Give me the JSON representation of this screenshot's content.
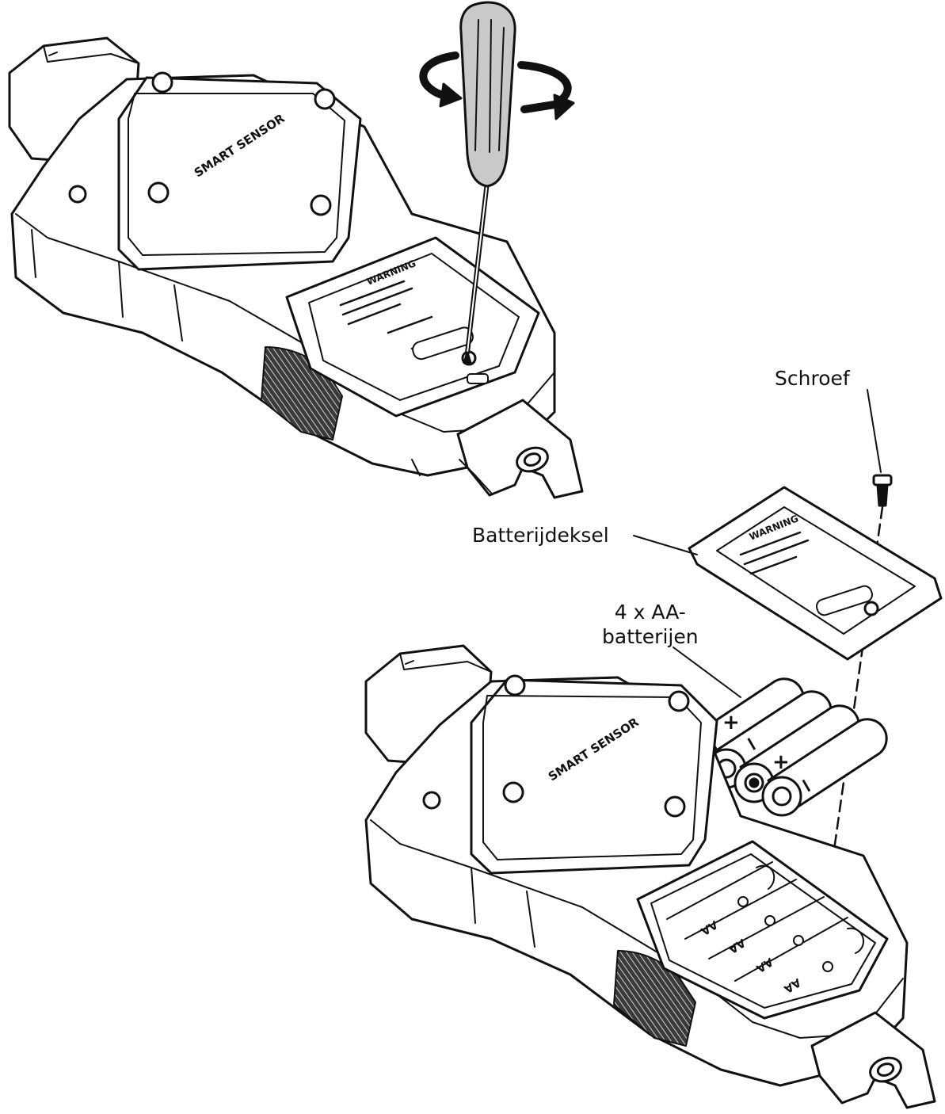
{
  "labels": {
    "screw": "Schroef",
    "battery_cover": "Batterijdeksel",
    "batteries_line1": "4 x AA-",
    "batteries_line2": "batterijen"
  },
  "device": {
    "brand_text": "SMART SENSOR",
    "warning_text": "WARNING",
    "polarity_plus": "+",
    "polarity_minus": "−",
    "slot_marking": "AA"
  },
  "colors": {
    "line": "#111111",
    "fill": "#ffffff",
    "screwdriver_handle": "#c9c9c9",
    "grip": "#3a3a3a"
  }
}
